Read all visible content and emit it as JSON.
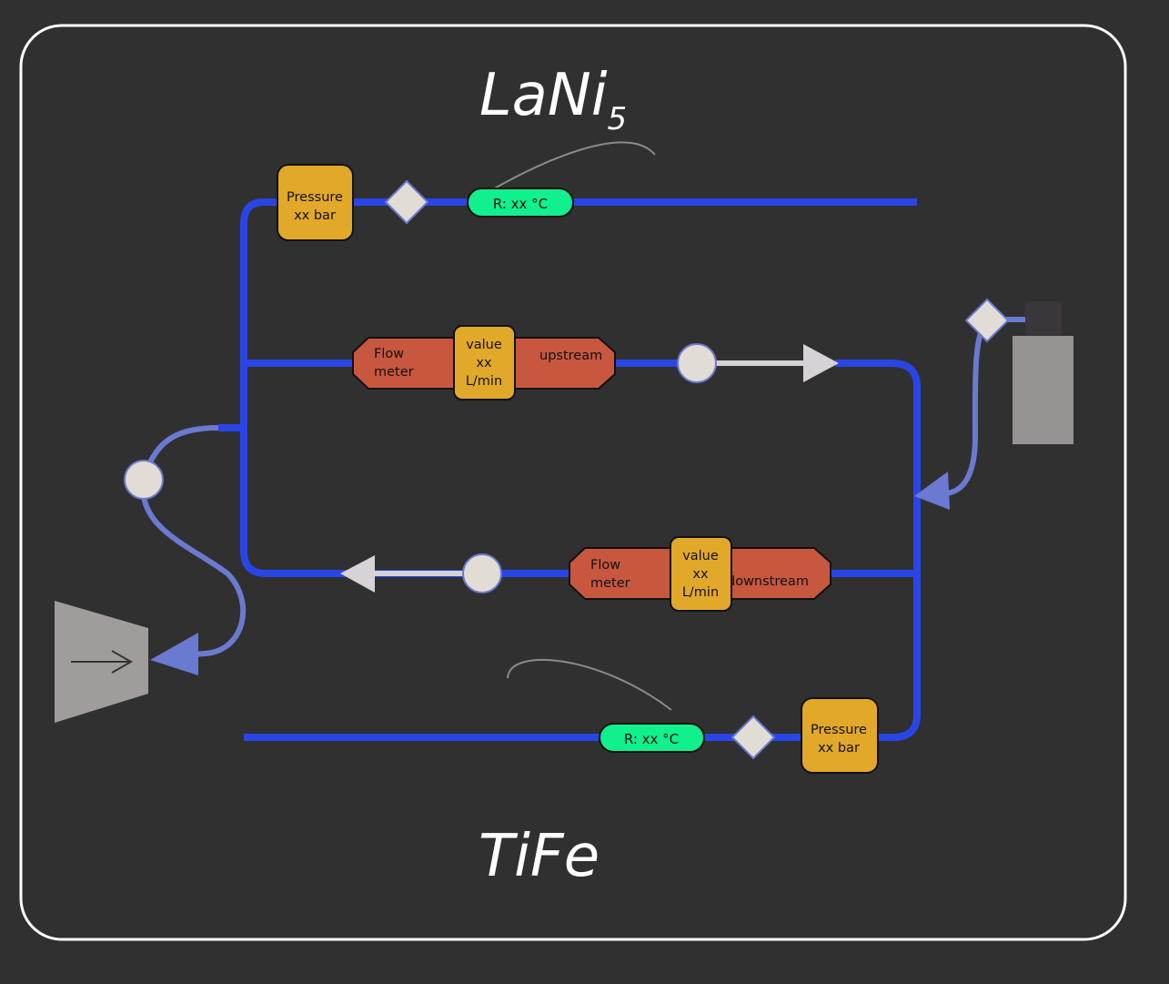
{
  "titles": {
    "top": "LaNi",
    "top_subscript": "5",
    "bottom": "TiFe"
  },
  "top_line": {
    "pressure_line1": "Pressure",
    "pressure_line2": "xx bar",
    "temperature": "R: xx °C"
  },
  "bottom_line": {
    "pressure_line1": "Pressure",
    "pressure_line2": "xx bar",
    "temperature": "R: xx °C"
  },
  "flow_upstream": {
    "label_line1": "Flow",
    "label_line2": "meter",
    "value_line1": "value",
    "value_line2": "xx",
    "value_line3": "L/min",
    "direction": "upstream"
  },
  "flow_downstream": {
    "label_line1": "Flow",
    "label_line2": "meter",
    "value_line1": "value",
    "value_line2": "xx",
    "value_line3": "L/min",
    "direction": "downstream"
  },
  "icons": {
    "valve": "diamond-valve-icon",
    "junction": "circle-junction-icon",
    "gas_bottle": "gas-cylinder-icon",
    "vent": "vent-outlet-icon"
  },
  "colors": {
    "background": "#303030",
    "pipe": "#2a45e6",
    "pipe_secondary": "#6a7ad0",
    "pressure_box": "#e2a829",
    "temperature_pill": "#10f08c",
    "flow_meter": "#c85740",
    "valve_fill": "#e1ddd5",
    "frame": "#ffffff"
  }
}
